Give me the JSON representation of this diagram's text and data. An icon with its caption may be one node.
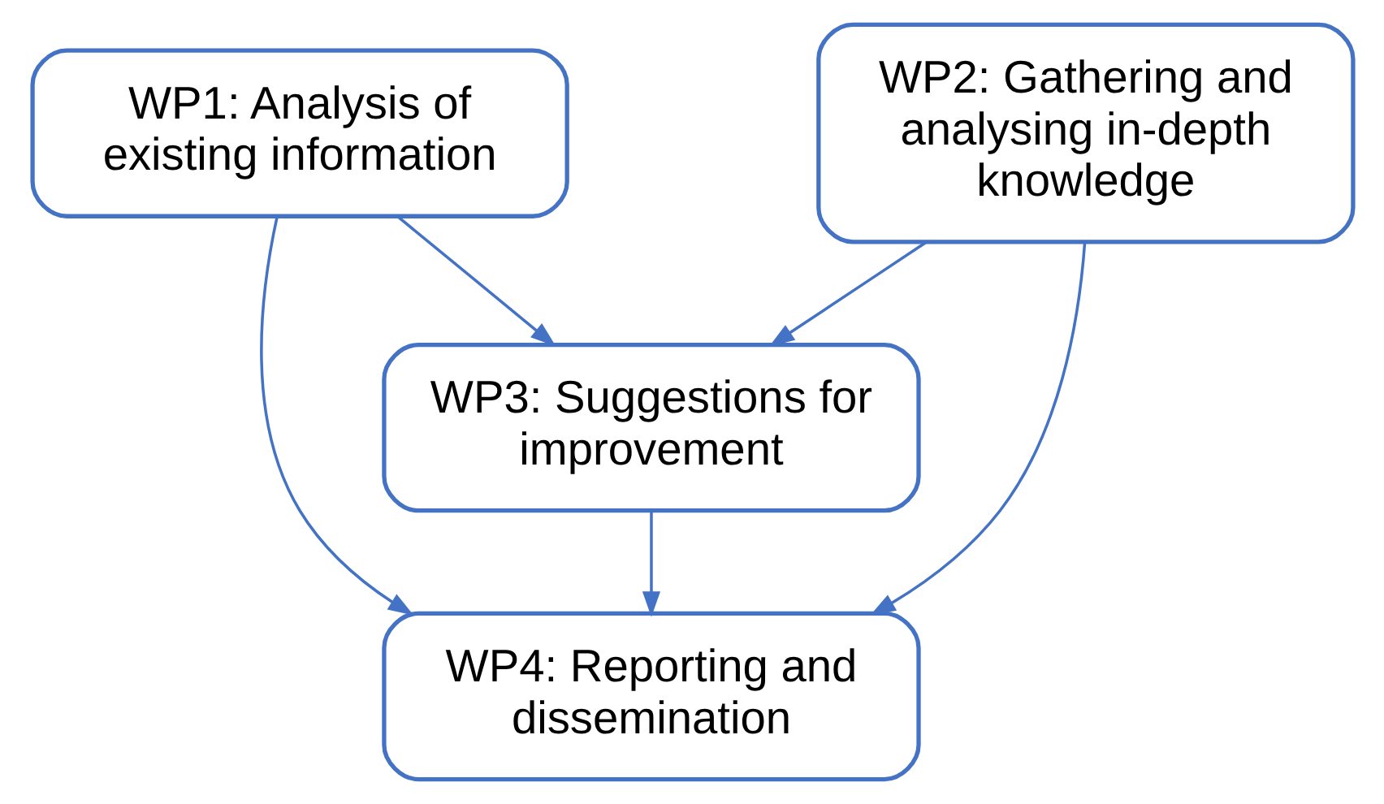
{
  "diagram": {
    "nodes": [
      {
        "text": [
          "WP1: Analysis of existing information"
        ]
      },
      {
        "text": [
          "WP2: Gathering and analysing in-depth knowledge"
        ]
      },
      {
        "text": [
          "WP3: Suggestions for improvement"
        ]
      },
      {
        "text": [
          "WP4: Reporting and dissemination"
        ]
      }
    ],
    "edges": [
      {
        "from": 0,
        "to": 2,
        "arrow": "to"
      },
      {
        "from": 1,
        "to": 2,
        "arrow": "to"
      },
      {
        "from": 2,
        "to": 3,
        "arrow": "to"
      },
      {
        "from": 0,
        "to": 3,
        "arrow": "to"
      },
      {
        "from": 1,
        "to": 3,
        "arrow": "to"
      }
    ]
  }
}
